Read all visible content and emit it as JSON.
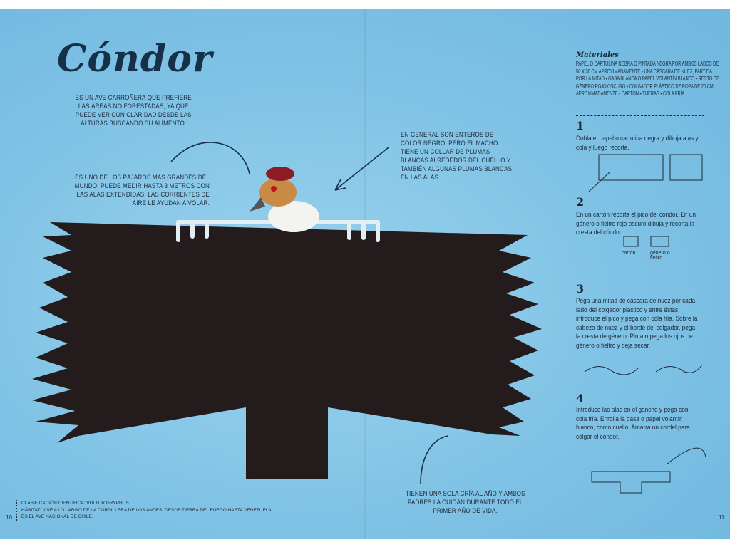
{
  "title": "Cóndor",
  "intro": "Es un ave carroñera que prefiere las áreas no forestadas, ya que puede ver con claridad desde las alturas buscando su alimento.",
  "fact_size": "Es uno de los pájaros más grandes del mundo, puede medir hasta 3 metros con las alas extendidas. Las corrientes de aire le ayudan a volar.",
  "fact_color": "En general son enteros de color negro, pero el macho tiene un collar de plumas blancas alrededor del cuello y también algunas plumas blancas en las alas.",
  "fact_breeding": "Tienen una sola cría al año y ambos padres la cuidan durante todo el primer año de vida.",
  "footnotes": [
    "Clasificación científica: Vultur gryphus",
    "Hábitat: vive a lo largo de la cordillera de los Andes, desde Tierra del Fuego hasta Venezuela.",
    "Es el ave nacional de Chile."
  ],
  "page_left": "10",
  "page_right": "11",
  "materials": {
    "title": "Materiales",
    "text": "Papel o cartulina negra o pintada negra por ambos lados de 50 x 30 cm aproximadamente • una cáscara de nuez, partida por la mitad • gasa blanca o papel volantín blanco • resto de género rojo oscuro • colgador plástico de ropa de 20 cm aproximadamente • cartón • tijeras • cola fría"
  },
  "steps": [
    {
      "num": "1",
      "text": "Dobla el papel o cartulina negra y dibuja alas y cola y luego recorta."
    },
    {
      "num": "2",
      "text": "En un cartón recorta el pico del cóndor. En un género o fieltro rojo oscuro dibuja y recorta la cresta del cóndor.",
      "labels": [
        "cartón",
        "género o fieltro"
      ]
    },
    {
      "num": "3",
      "text": "Pega una mitad de cáscara de nuez por cada lado del colgador plástico y entre éstas introduce el pico y pega con cola fría. Sobre la cabeza de nuez y el borde del colgador, pega la cresta de género. Pinta o pega los ojos de género o fieltro y deja secar."
    },
    {
      "num": "4",
      "text": "Introduce las alas en el gancho y pega con cola fría. Enrolla la gasa o papel volantín blanco, como cuello. Amarra un cordel para colgar el cóndor."
    }
  ]
}
